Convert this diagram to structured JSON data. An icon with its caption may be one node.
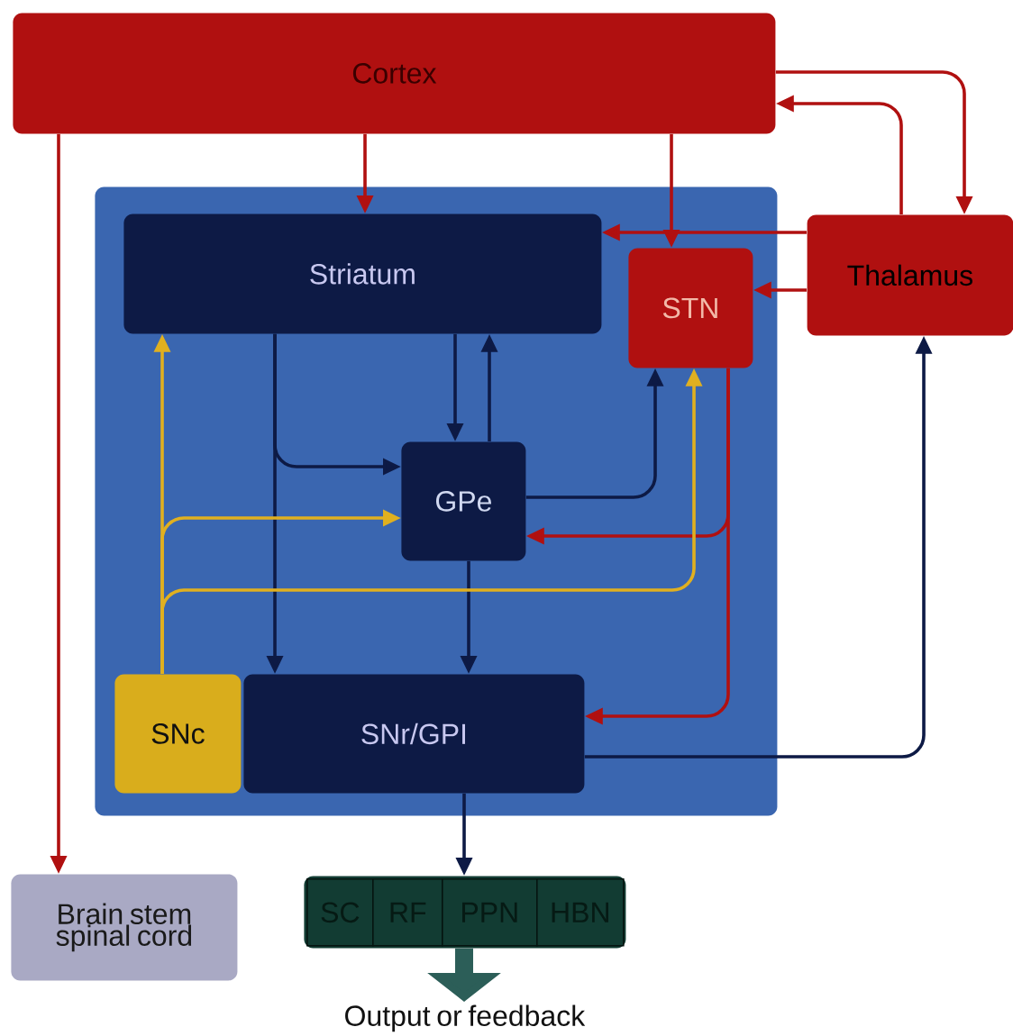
{
  "diagram": {
    "nodes": [
      {
        "text": [
          "Cortex"
        ]
      },
      {
        "text": [],
        "shape": "box"
      },
      {
        "text": [
          "Striatum"
        ],
        "in": 1
      },
      {
        "text": [
          "STN"
        ],
        "in": 1
      },
      {
        "text": [
          "Thalamus"
        ]
      },
      {
        "text": [
          "GPe"
        ],
        "in": 1
      },
      {
        "text": [
          "SNc"
        ],
        "in": 1
      },
      {
        "text": [
          "SNr/GPI"
        ],
        "in": 1
      },
      {
        "text": [
          "Brain stem spinal cord"
        ]
      },
      {
        "text": [],
        "shape": "box"
      },
      {
        "text": [
          "SC"
        ],
        "in": 9
      },
      {
        "text": [
          "RF"
        ],
        "in": 9
      },
      {
        "text": [
          "PPN"
        ],
        "in": 9
      },
      {
        "text": [
          "HBN"
        ],
        "in": 9
      },
      {
        "text": [
          "Output or feedback"
        ]
      }
    ],
    "edges": [
      {
        "from": 0,
        "to": 8,
        "arrow": "to"
      },
      {
        "from": 0,
        "to": 2,
        "arrow": "to"
      },
      {
        "from": 0,
        "to": 3,
        "arrow": "to"
      },
      {
        "from": 0,
        "to": 4,
        "arrow": "to"
      },
      {
        "from": 4,
        "to": 0,
        "arrow": "to"
      },
      {
        "from": 4,
        "to": 2,
        "arrow": "to"
      },
      {
        "from": 4,
        "to": 3,
        "arrow": "to"
      },
      {
        "from": 2,
        "to": 5,
        "arrow": "to",
        "color": "#0d1a45"
      },
      {
        "from": 5,
        "to": 2,
        "arrow": "to",
        "color": "#0d1a45"
      },
      {
        "from": 2,
        "to": 5,
        "arrow": "to",
        "color": "#0d1a45"
      },
      {
        "from": 2,
        "to": 7,
        "arrow": "to",
        "color": "#0d1a45"
      },
      {
        "from": 5,
        "to": 3,
        "arrow": "to",
        "color": "#0d1a45"
      },
      {
        "from": 3,
        "to": 5,
        "arrow": "to"
      },
      {
        "from": 3,
        "to": 7,
        "arrow": "to"
      },
      {
        "from": 5,
        "to": 7,
        "arrow": "to",
        "color": "#0d1a45"
      },
      {
        "from": 7,
        "to": 4,
        "arrow": "to",
        "color": "#0d1a45"
      },
      {
        "from": 7,
        "to": 9,
        "arrow": "to",
        "color": "#0d1a45"
      },
      {
        "from": 6,
        "to": 2,
        "arrow": "to",
        "color": "#e0b020"
      },
      {
        "from": 6,
        "to": 5,
        "arrow": "to",
        "color": "#e0b020"
      },
      {
        "from": 6,
        "to": 3,
        "arrow": "to",
        "color": "#e0b020"
      },
      {
        "from": 9,
        "to": 14,
        "arrow": "to",
        "style": "thick",
        "color": "#2c5e58"
      }
    ]
  }
}
